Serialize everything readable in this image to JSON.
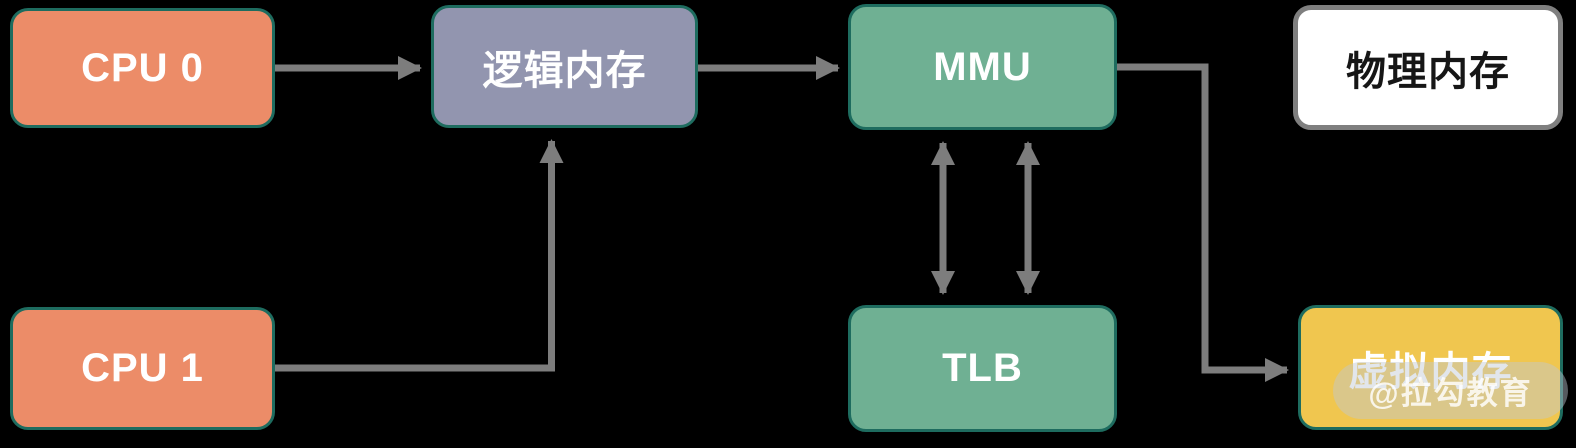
{
  "diagram": {
    "arrow_color": "#7d7d7d",
    "nodes": [
      {
        "id": "cpu0",
        "label": "CPU 0",
        "fill": "#ec8c68",
        "border": "#1e6c5f",
        "text_color": "#ffffff"
      },
      {
        "id": "logical_memory",
        "label": "逻辑内存",
        "fill": "#9295af",
        "border": "#1e6c5f",
        "text_color": "#ffffff"
      },
      {
        "id": "mmu",
        "label": "MMU",
        "fill": "#6fb093",
        "border": "#1e6c5f",
        "text_color": "#ffffff"
      },
      {
        "id": "physical_memory",
        "label": "物理内存",
        "fill": "#ffffff",
        "border": "#7f7f7f",
        "text_color": "#161616"
      },
      {
        "id": "cpu1",
        "label": "CPU 1",
        "fill": "#ec8c68",
        "border": "#1e6c5f",
        "text_color": "#ffffff"
      },
      {
        "id": "tlb",
        "label": "TLB",
        "fill": "#6fb093",
        "border": "#1e6c5f",
        "text_color": "#ffffff"
      },
      {
        "id": "virtual_memory",
        "label": "虚拟内存",
        "fill": "#f0c64f",
        "border": "#1e6c5f",
        "text_color": "#ffffff"
      }
    ],
    "edges": [
      {
        "from": "cpu0",
        "to": "logical_memory",
        "type": "arrow"
      },
      {
        "from": "logical_memory",
        "to": "mmu",
        "type": "arrow"
      },
      {
        "from": "cpu1",
        "to": "logical_memory",
        "type": "arrow"
      },
      {
        "from": "mmu",
        "to": "tlb",
        "type": "double-arrow"
      },
      {
        "from": "mmu",
        "to": "tlb",
        "type": "double-arrow"
      },
      {
        "from": "mmu",
        "to": "virtual_memory",
        "type": "arrow"
      }
    ]
  },
  "watermark": {
    "label": "@拉勾教育"
  }
}
